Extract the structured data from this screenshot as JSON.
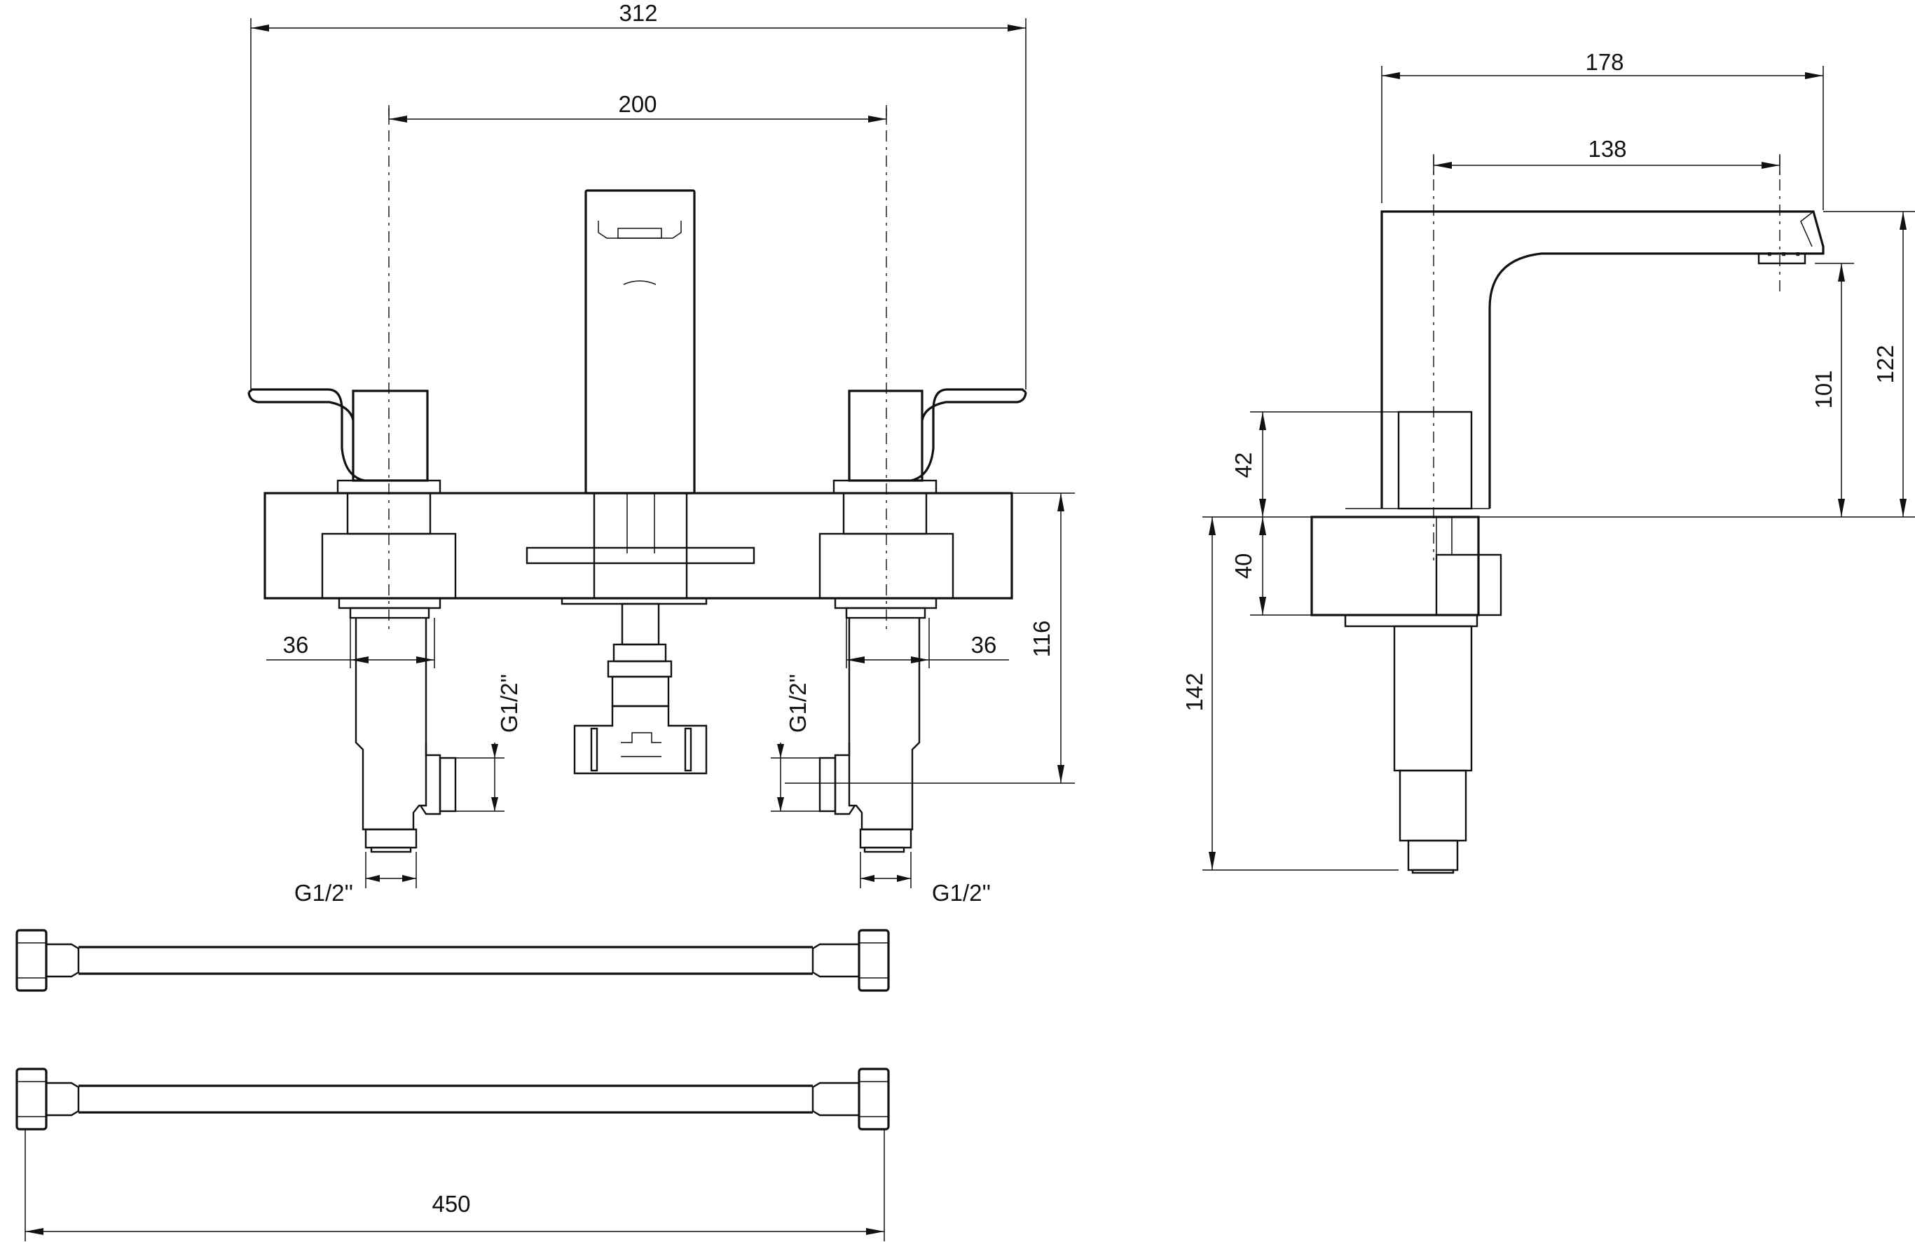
{
  "dimensions": {
    "front_overall_width": "312",
    "front_inlet_spacing": "200",
    "front_left_pipe_width": "36",
    "front_right_pipe_width": "36",
    "front_height_below_deck": "116",
    "front_left_thread_vertical": "G1/2''",
    "front_right_thread_vertical": "G1/2''",
    "front_left_thread_bottom": "G1/2''",
    "front_right_thread_bottom": "G1/2''",
    "side_overall_depth": "178",
    "side_spout_reach": "138",
    "side_spout_outlet_height": "101",
    "side_overall_height": "122",
    "side_handle_height": "42",
    "side_deck_block_height": "40",
    "side_height_below_deck": "142",
    "hose_length": "450"
  }
}
